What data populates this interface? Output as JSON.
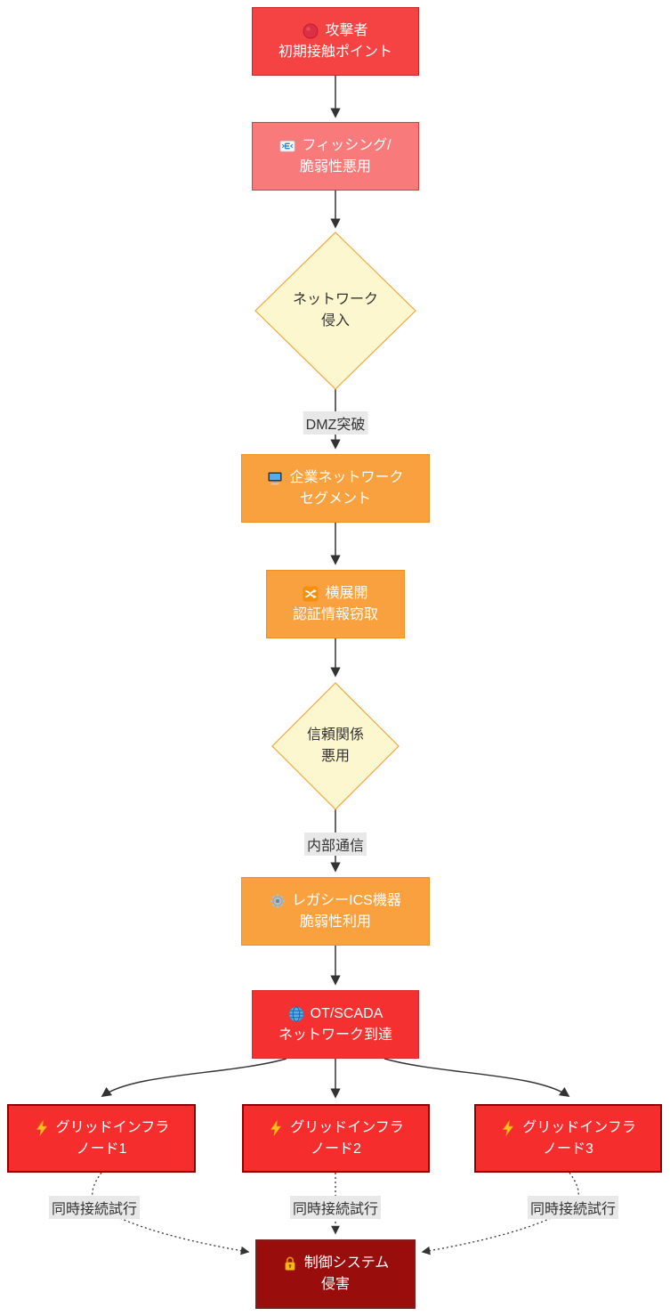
{
  "diagram": {
    "type": "flowchart",
    "direction": "top-down",
    "edge_color": "#333333",
    "edge_label_bg": "#e8e8e8",
    "edge_label_color": "#333333",
    "nodes": {
      "attacker": {
        "line1": "攻撃者",
        "line2": "初期接触ポイント",
        "icon": "red-circle-icon",
        "shape": "rect",
        "fill": "#f54242",
        "border": "#c62828",
        "text_color": "#ffffff"
      },
      "phishing": {
        "line1": "フィッシング/",
        "line2": "脆弱性悪用",
        "icon": "email-icon",
        "shape": "rect",
        "fill": "#f87a7a",
        "border": "#e53935",
        "text_color": "#ffffff"
      },
      "network_intrusion": {
        "line1": "ネットワーク",
        "line2": "侵入",
        "icon": "",
        "shape": "diamond",
        "fill": "#fdf7cf",
        "border": "#f0a63e",
        "text_color": "#333333"
      },
      "corporate_segment": {
        "line1": "企業ネットワーク",
        "line2": "セグメント",
        "icon": "desktop-computer-icon",
        "shape": "rect",
        "fill": "#f9a13e",
        "border": "#ef8f20",
        "text_color": "#ffffff"
      },
      "lateral_movement": {
        "line1": "横展開",
        "line2": "認証情報窃取",
        "icon": "shuffle-icon",
        "shape": "rect",
        "fill": "#f9a13e",
        "border": "#ef8f20",
        "text_color": "#ffffff"
      },
      "trust_abuse": {
        "line1": "信頼関係",
        "line2": "悪用",
        "icon": "",
        "shape": "diamond",
        "fill": "#fdf7cf",
        "border": "#f0a63e",
        "text_color": "#333333"
      },
      "legacy_ics": {
        "line1": "レガシーICS機器",
        "line2": "脆弱性利用",
        "icon": "gear-icon",
        "shape": "rect",
        "fill": "#f9a13e",
        "border": "#ef8f20",
        "text_color": "#ffffff"
      },
      "ot_scada": {
        "line1": "OT/SCADA",
        "line2": "ネットワーク到達",
        "icon": "globe-icon",
        "shape": "rect",
        "fill": "#f53030",
        "border": "#d32f2f",
        "text_color": "#ffffff"
      },
      "grid_node_1": {
        "line1": "グリッドインフラ",
        "line2": "ノード1",
        "icon": "lightning-icon",
        "shape": "rect",
        "fill": "#f52d2d",
        "border": "#8b0000",
        "text_color": "#ffffff"
      },
      "grid_node_2": {
        "line1": "グリッドインフラ",
        "line2": "ノード2",
        "icon": "lightning-icon",
        "shape": "rect",
        "fill": "#f52d2d",
        "border": "#8b0000",
        "text_color": "#ffffff"
      },
      "grid_node_3": {
        "line1": "グリッドインフラ",
        "line2": "ノード3",
        "icon": "lightning-icon",
        "shape": "rect",
        "fill": "#f52d2d",
        "border": "#8b0000",
        "text_color": "#ffffff"
      },
      "control_compromise": {
        "line1": "制御システム",
        "line2": "侵害",
        "icon": "lock-icon",
        "shape": "rect",
        "fill": "#990d0d",
        "border": "#7f1d1d",
        "text_color": "#ffffff"
      }
    },
    "edge_labels": {
      "dmz_breach": "DMZ突破",
      "internal_comm": "内部通信",
      "simultaneous_attempt": "同時接続試行"
    }
  }
}
